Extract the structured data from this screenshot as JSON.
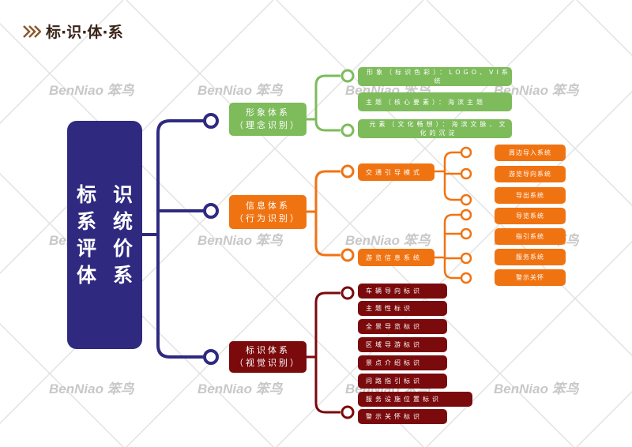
{
  "title": "标·识·体·系",
  "watermark": "BenNiao 笨鸟",
  "colors": {
    "navy": "#2f2a80",
    "green": "#7dbb5b",
    "orange": "#f07312",
    "red": "#7a0a0c",
    "title": "#3a2418"
  },
  "root": {
    "rows": [
      [
        "标",
        "识"
      ],
      [
        "系",
        "统"
      ],
      [
        "评",
        "价"
      ],
      [
        "体",
        "系"
      ]
    ]
  },
  "branches": {
    "image": {
      "title": "形象体系",
      "subtitle": "（理念识别）",
      "items": [
        "形象（标识色彩）：LOGO、VI系统",
        "主题（核心要素）：海滨主题",
        "元素（文化畅想）：海滨文脉、文化的沉淀"
      ]
    },
    "info": {
      "title": "信息体系",
      "subtitle": "（行为识别）",
      "items": [
        "交通引导模式",
        "游览信息系统"
      ],
      "subitems": [
        "周边导入系统",
        "游览导向系统",
        "导出系统",
        "导览系统",
        "指引系统",
        "服务系统",
        "警示关怀"
      ]
    },
    "sign": {
      "title": "标识体系",
      "subtitle": "（视觉识别）",
      "items": [
        "车辆导向标识",
        "主题性标识",
        "全景导览标识",
        "区域导游标识",
        "景点介绍标识",
        "问路指引标识",
        "服务设施位置标识",
        "警示关怀标识"
      ]
    }
  }
}
